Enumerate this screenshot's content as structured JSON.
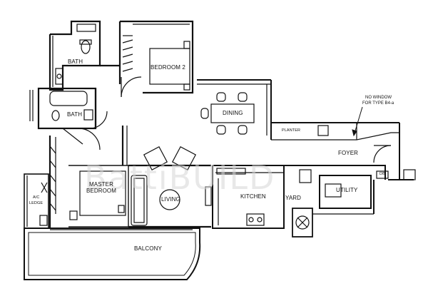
{
  "rooms": {
    "bath_top": "BATH",
    "bedroom2": "BEDROOM 2",
    "bath_mid": "BATH",
    "dining": "DINING",
    "planter": "PLANTER",
    "foyer": "FOYER",
    "master_line1": "MASTER",
    "master_line2": "BEDROOM",
    "ac_line1": "A/C",
    "ac_line2": "LEDGE",
    "living": "LIVING",
    "kitchen": "KITCHEN",
    "yard": "YARD",
    "utility": "UTILITY",
    "db": "DB",
    "balcony": "BALCONY"
  },
  "note": {
    "line1": "NO WINDOW",
    "line2": "FOR TYPE B4-a"
  },
  "watermark": "BattiBUILD"
}
